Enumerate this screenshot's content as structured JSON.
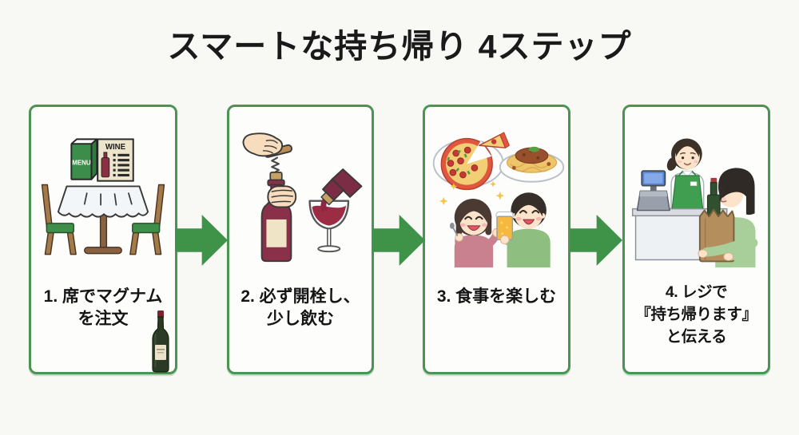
{
  "page": {
    "title": "スマートな持ち帰り 4ステップ"
  },
  "colors": {
    "background": "#f8f8f5",
    "panel_border": "#4c9454",
    "panel_background": "#fdfdfc",
    "arrow_green": "#3f9349",
    "text": "#151515",
    "menu_green": "#3c8c4a",
    "wine_burgundy": "#8b3049",
    "apron_green": "#3f9e4f"
  },
  "arrow": {
    "icon": "arrow-right-icon",
    "direction": "right"
  },
  "steps": [
    {
      "caption_lines": [
        "1. 席でマグナム",
        "を注文"
      ],
      "icons": [
        "menu-book-icon",
        "wine-list-icon",
        "dining-table-icon",
        "chair-icon",
        "wine-bottle-photo-icon"
      ],
      "menu_cover_text": "MENU",
      "wine_list_title": "WINE"
    },
    {
      "caption_lines": [
        "2. 必ず開栓し、",
        "少し飲む"
      ],
      "icons": [
        "corkscrew-opening-icon",
        "wine-pouring-icon",
        "wine-glass-icon"
      ]
    },
    {
      "caption_lines": [
        "3. 食事を楽しむ"
      ],
      "icons": [
        "pizza-icon",
        "spaghetti-icon",
        "woman-eating-icon",
        "man-with-beer-icon"
      ]
    },
    {
      "caption_lines": [
        "4. レジで",
        "『持ち帰ります』",
        "と伝える"
      ],
      "icons": [
        "cashier-icon",
        "cash-register-icon",
        "checkout-counter-icon",
        "customer-with-bag-icon"
      ]
    }
  ]
}
